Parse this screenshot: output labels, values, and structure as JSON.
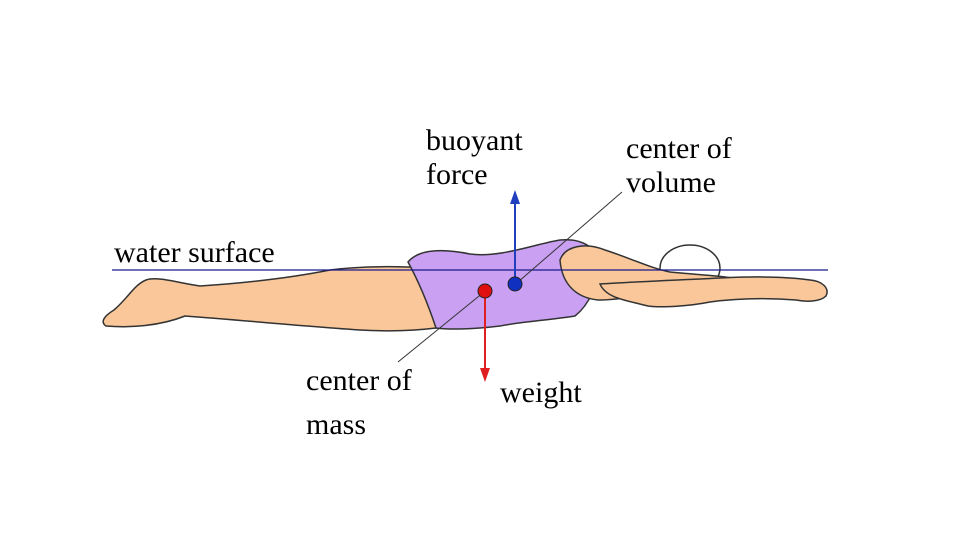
{
  "labels": {
    "buoyant_force": [
      "buoyant",
      "force"
    ],
    "center_of_volume": [
      "center of",
      "volume"
    ],
    "water_surface": "water surface",
    "center_of_mass": [
      "center of",
      "mass"
    ],
    "weight": "weight"
  },
  "colors": {
    "water_line": "#1a1a8c",
    "skin": "#f9c79a",
    "swimsuit": "#c9a0f2",
    "cap": "#ffffff",
    "buoyant_arrow": "#1f3fbf",
    "center_of_volume_dot": "#1030c0",
    "weight_arrow": "#e02020",
    "center_of_mass_dot": "#e01010",
    "outline": "#333333"
  }
}
